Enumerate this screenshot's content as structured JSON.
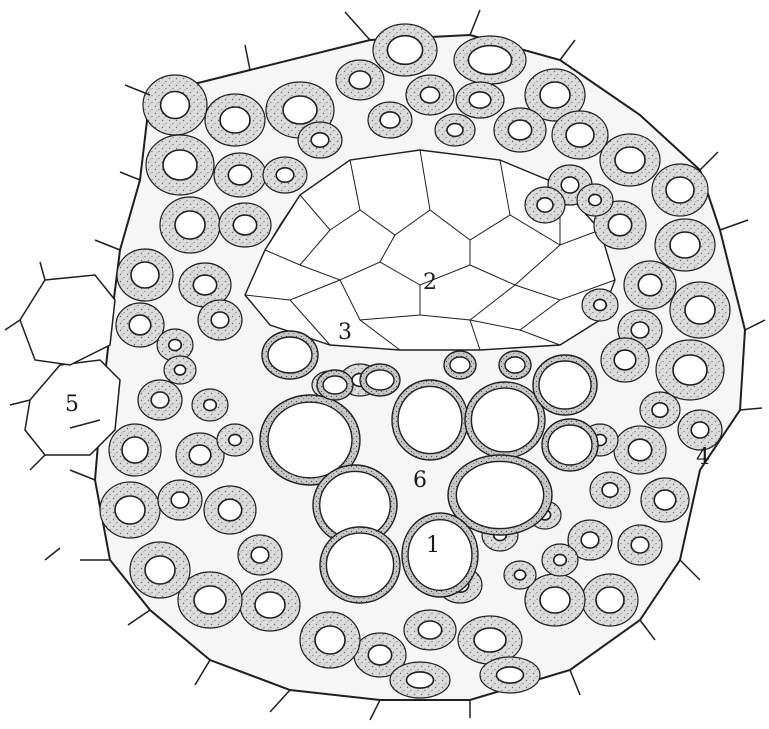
{
  "figure": {
    "labels": [
      {
        "id": "label-1",
        "text": "1"
      },
      {
        "id": "label-2",
        "text": "2"
      },
      {
        "id": "label-3",
        "text": "3"
      },
      {
        "id": "label-4",
        "text": "4"
      },
      {
        "id": "label-5",
        "text": "5"
      },
      {
        "id": "label-6",
        "text": "6"
      }
    ],
    "colors": {
      "background": "#ffffff",
      "outline": "#1f1f1f",
      "stippled_wall": "#dcdcdc",
      "stipple_dot": "#6a6a6a",
      "lumen": "#ffffff",
      "xylem_ring": "#bdbdbd"
    }
  }
}
